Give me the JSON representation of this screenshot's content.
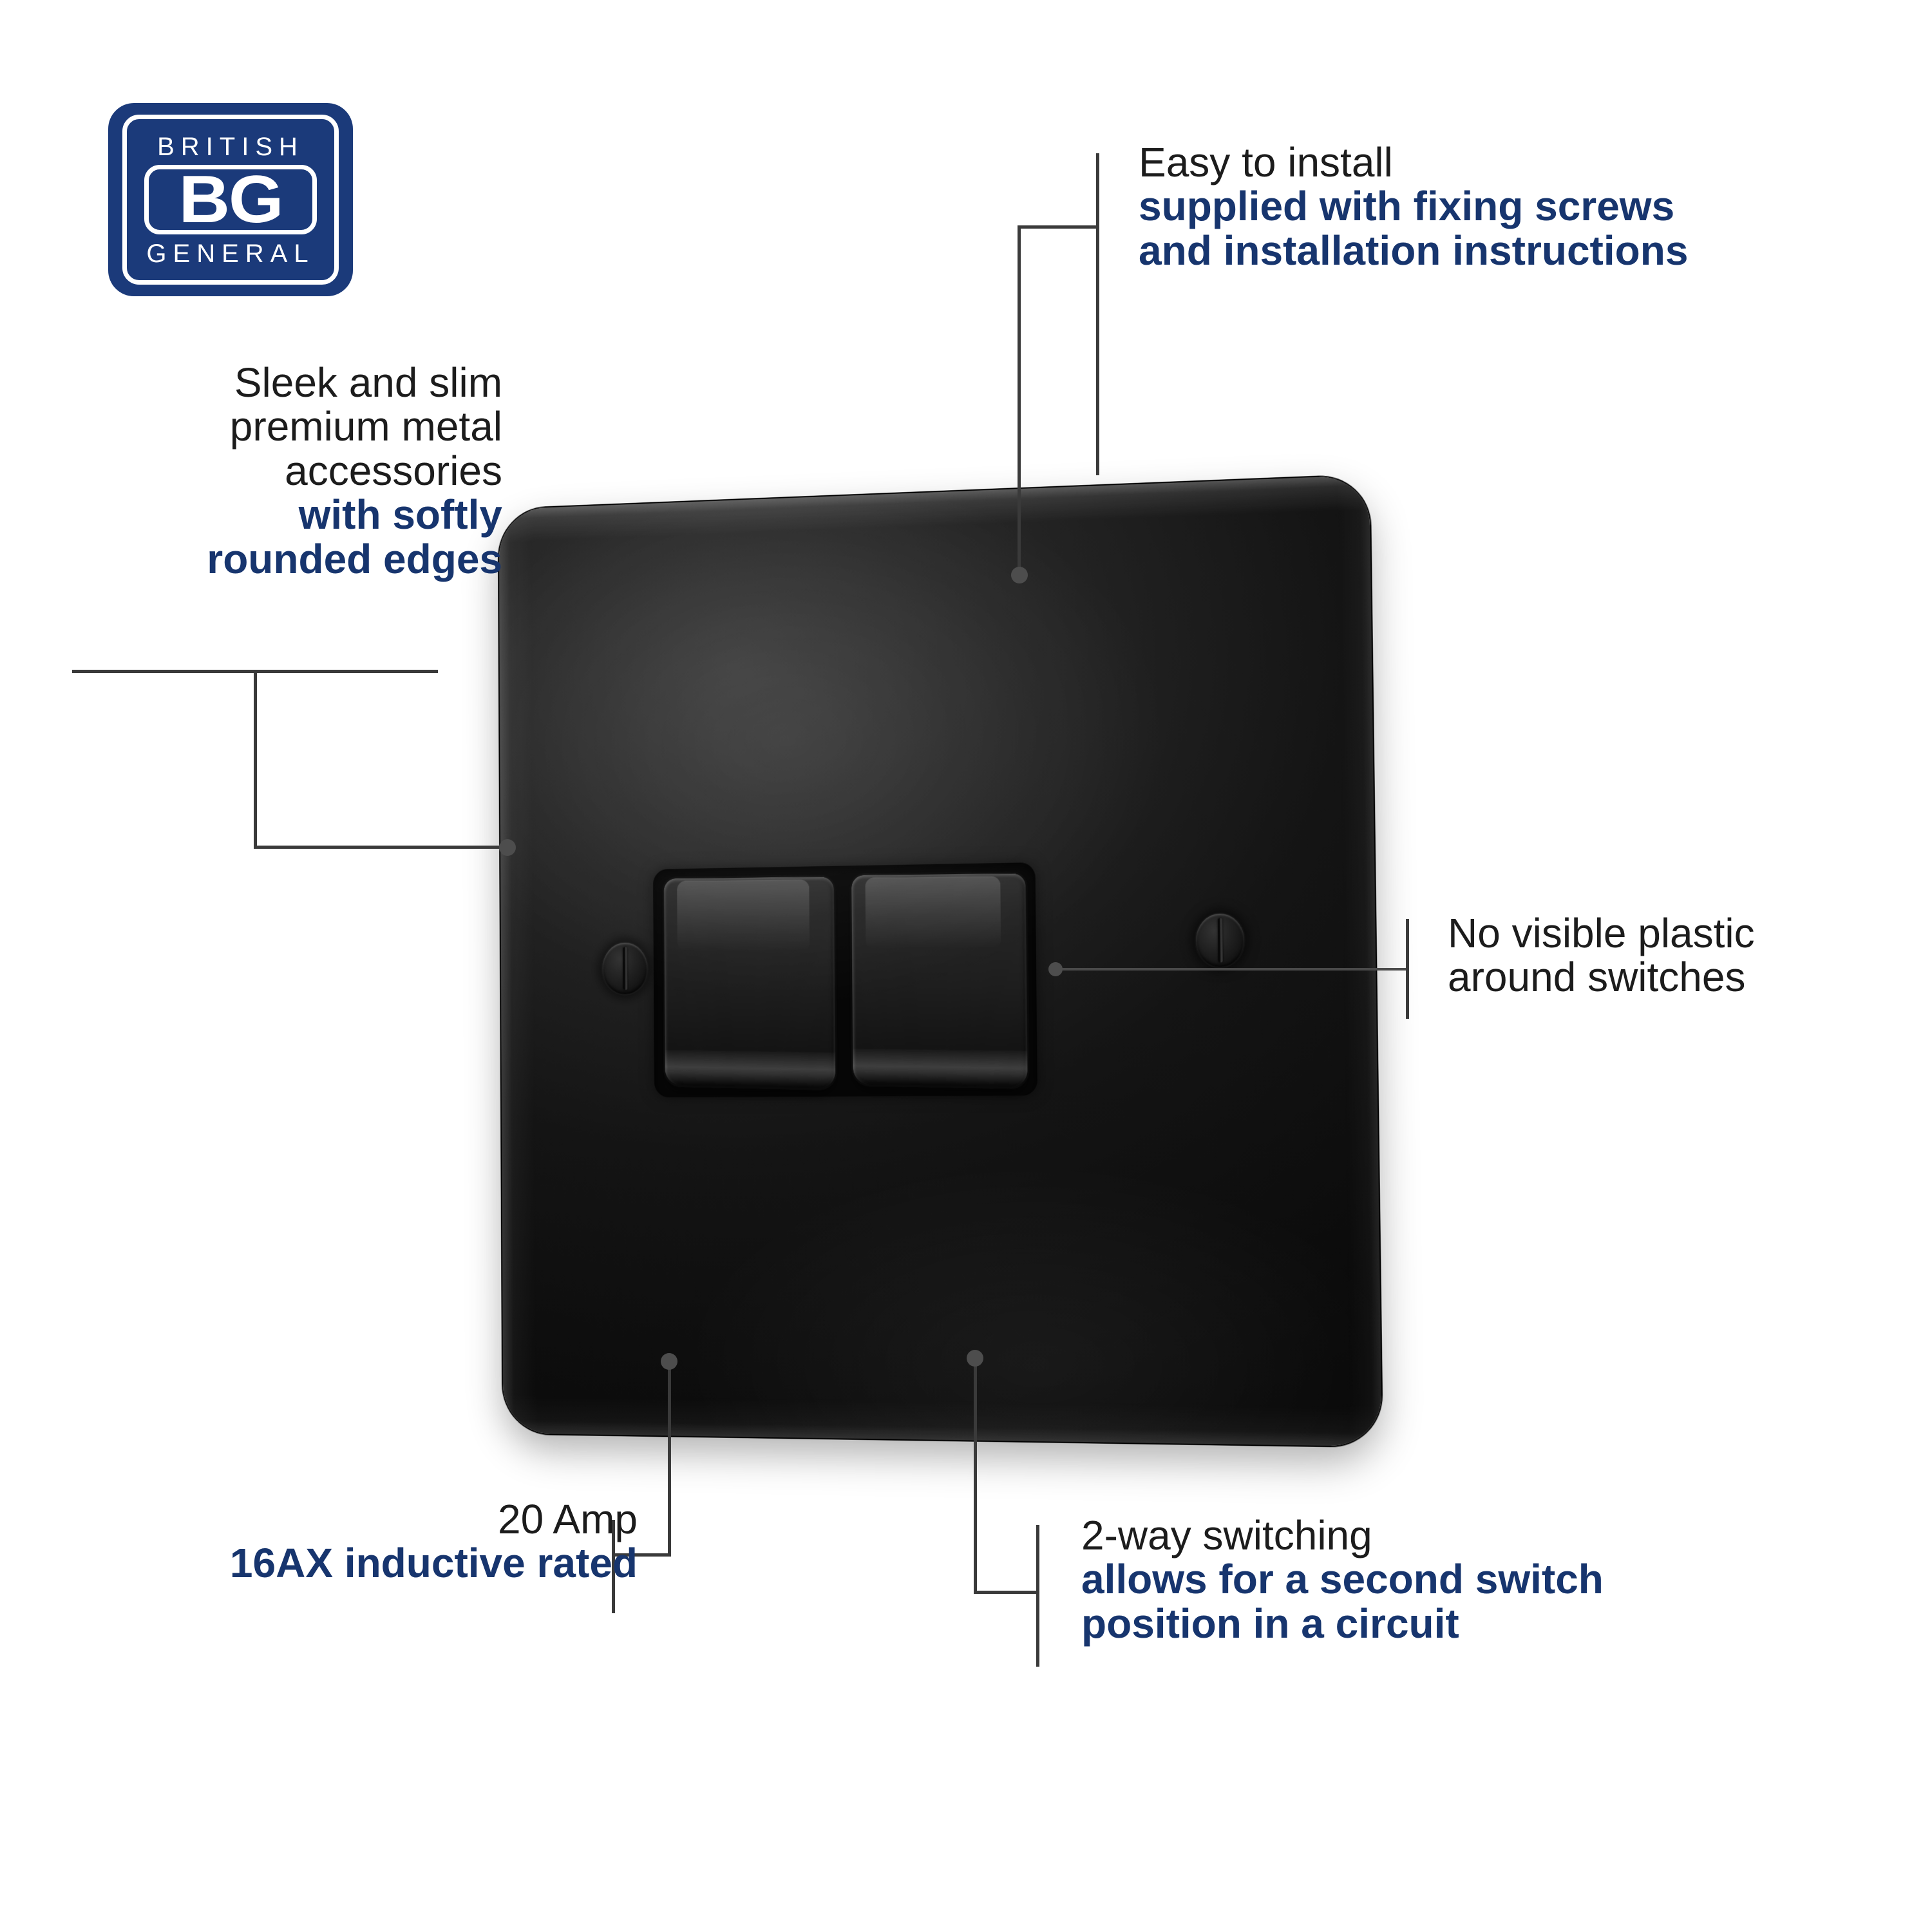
{
  "brand": {
    "logo_top_word": "BRITISH",
    "logo_mark": "BG",
    "logo_bottom_word": "GENERAL",
    "logo_color": "#1B3A7A"
  },
  "theme": {
    "accent_blue": "#17356E",
    "text_black": "#1C1C1C",
    "leader_line": "#3A3A3A",
    "background": "#FFFFFF",
    "product_black": "#141414"
  },
  "product": {
    "name": "2 Gang 2 Way Light Switch",
    "finish": "Matt Black",
    "gangs": 2,
    "rocker_count": 2,
    "screw_count": 2,
    "screw_type": "slotted-flathead"
  },
  "callouts": [
    {
      "id": "easy-to-install",
      "position": "top-right",
      "align": "left",
      "lines": [
        {
          "text": "Easy to install",
          "style": "plain"
        },
        {
          "text": "supplied with fixing screws",
          "style": "accent"
        },
        {
          "text": "and installation instructions",
          "style": "accent"
        }
      ]
    },
    {
      "id": "sleek-and-slim",
      "position": "top-left",
      "align": "right",
      "lines": [
        {
          "text": "Sleek and slim",
          "style": "plain"
        },
        {
          "text": "premium metal",
          "style": "plain"
        },
        {
          "text": "accessories",
          "style": "plain"
        },
        {
          "text": "with softly",
          "style": "accent"
        },
        {
          "text": "rounded edges",
          "style": "accent"
        }
      ]
    },
    {
      "id": "no-visible-plastic",
      "position": "middle-right",
      "align": "left",
      "lines": [
        {
          "text": "No visible plastic",
          "style": "plain"
        },
        {
          "text": "around switches",
          "style": "plain"
        }
      ]
    },
    {
      "id": "amp-rating",
      "position": "bottom-left",
      "align": "right",
      "lines": [
        {
          "text": "20 Amp",
          "style": "plain"
        },
        {
          "text": "16AX inductive rated",
          "style": "accent"
        }
      ]
    },
    {
      "id": "two-way-switching",
      "position": "bottom-right",
      "align": "left",
      "lines": [
        {
          "text": "2-way switching",
          "style": "plain"
        },
        {
          "text": "allows for a second switch",
          "style": "accent"
        },
        {
          "text": "position in a circuit",
          "style": "accent"
        }
      ]
    }
  ]
}
